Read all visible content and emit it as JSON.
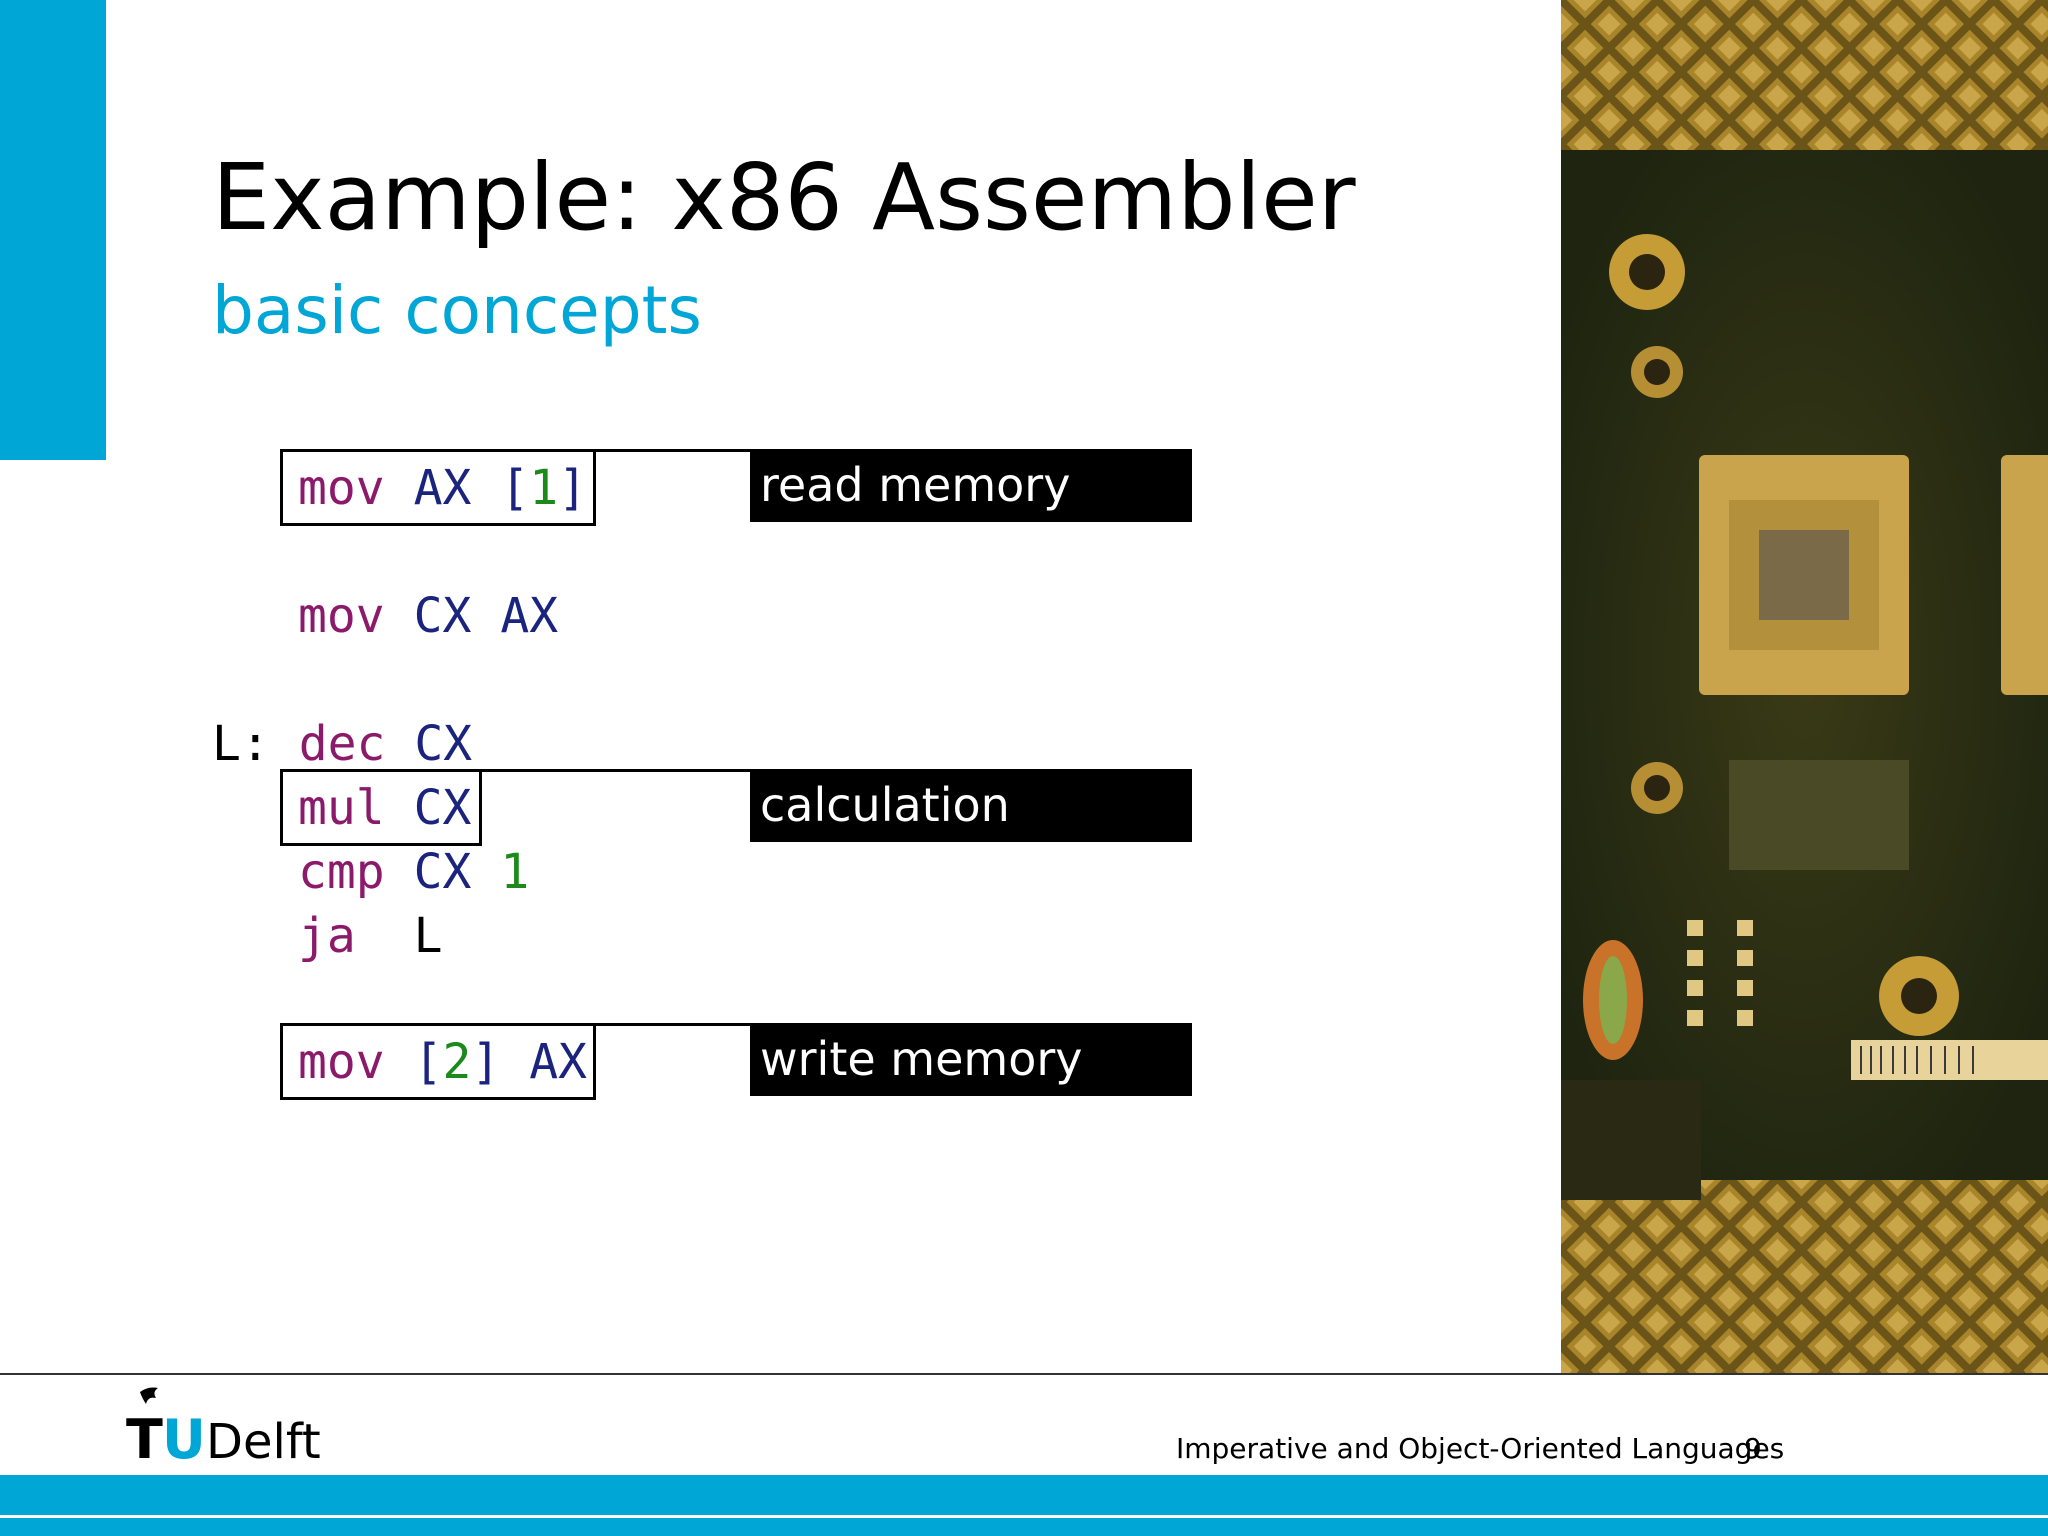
{
  "slide": {
    "title": "Example: x86 Assembler",
    "subtitle": "basic concepts",
    "accent_color": "#00a6d6"
  },
  "code": {
    "line1": {
      "op": "mov",
      "arg1": "AX",
      "bracket_open": "[",
      "num": "1",
      "bracket_close": "]"
    },
    "line2": {
      "op": "mov",
      "arg1": "CX",
      "arg2": "AX"
    },
    "line3": {
      "label": "L:",
      "op": "dec",
      "arg1": "CX"
    },
    "line4": {
      "op": "mul",
      "arg1": "CX"
    },
    "line5": {
      "op": "cmp",
      "arg1": "CX",
      "num": "1"
    },
    "line6": {
      "op": "ja",
      "arg1": "L"
    },
    "line7": {
      "op": "mov",
      "bracket_open": "[",
      "num": "2",
      "bracket_close": "]",
      "arg2": "AX"
    }
  },
  "annotations": {
    "read": "read memory",
    "calc": "calculation",
    "write": "write memory"
  },
  "footer": {
    "logo_text": "TUDelft",
    "course": "Imperative and Object-Oriented Languages",
    "page": "9"
  },
  "photo": {
    "icon": "circuit-board-photo"
  }
}
